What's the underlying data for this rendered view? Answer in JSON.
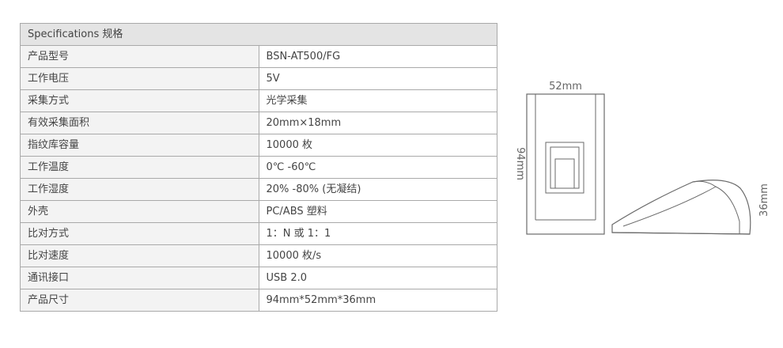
{
  "spec_table": {
    "header": "Specifications 规格",
    "rows": [
      {
        "label": "产品型号",
        "value": "BSN-AT500/FG"
      },
      {
        "label": "工作电压",
        "value": "5V"
      },
      {
        "label": "采集方式",
        "value": "光学采集"
      },
      {
        "label": "有效采集面积",
        "value": "20mm×18mm"
      },
      {
        "label": "指纹库容量",
        "value": "10000 枚"
      },
      {
        "label": "工作温度",
        "value": "0℃ -60℃"
      },
      {
        "label": "工作湿度",
        "value": "20% -80% (无凝结)"
      },
      {
        "label": "外壳",
        "value": "PC/ABS 塑料"
      },
      {
        "label": "比对方式",
        "value": "1：N 或 1：1"
      },
      {
        "label": "比对速度",
        "value": "10000 枚/s"
      },
      {
        "label": "通讯接口",
        "value": "USB 2.0"
      },
      {
        "label": "产品尺寸",
        "value": "94mm*52mm*36mm"
      }
    ]
  },
  "drawing": {
    "width_label": "52mm",
    "length_label": "94mm",
    "height_label": "36mm"
  }
}
